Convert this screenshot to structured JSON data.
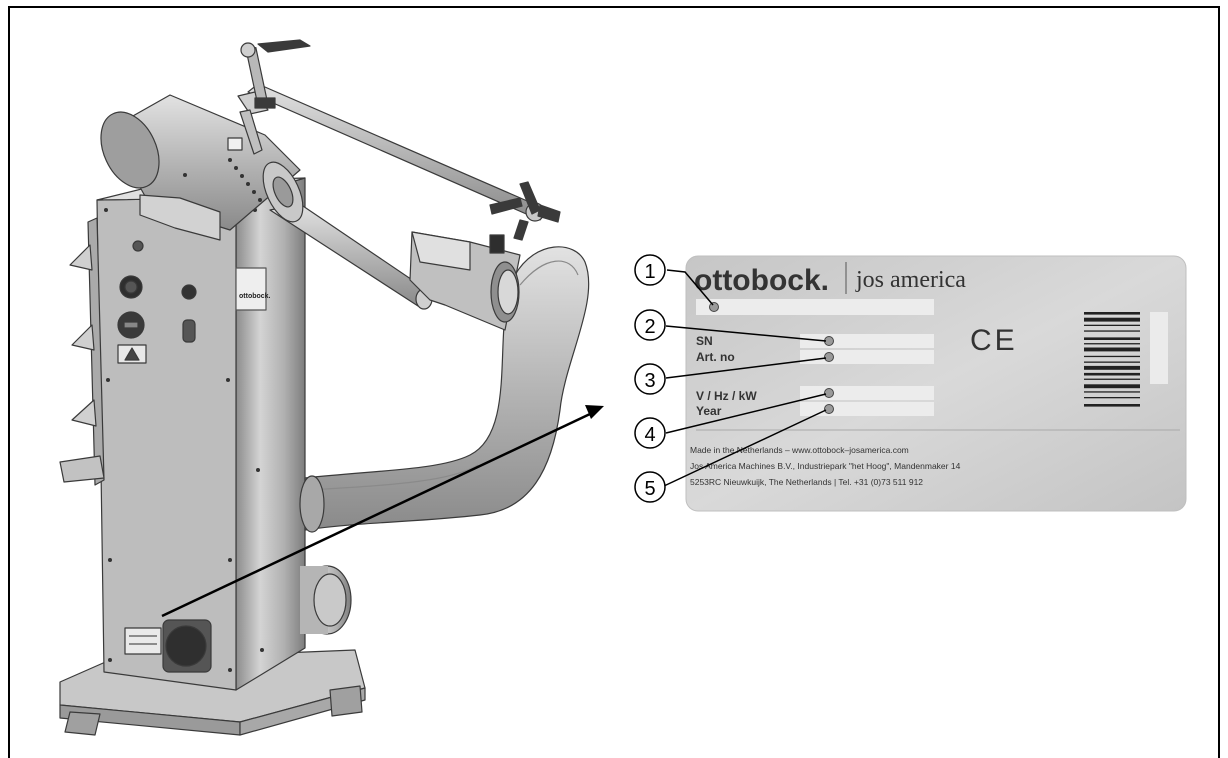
{
  "machine": {
    "front_badge": "ottobock."
  },
  "plate": {
    "brand_primary": "ottobock.",
    "brand_secondary": "jos america",
    "ce_mark": "CE",
    "fields": [
      {
        "label": ""
      },
      {
        "label": "SN"
      },
      {
        "label": "Art. no"
      },
      {
        "label": "V / Hz / kW"
      },
      {
        "label": "Year"
      }
    ],
    "footer": [
      "Made in the Netherlands – www.ottobock–josamerica.com",
      "Jos America Machines B.V., Industriepark \"het Hoog\", Mandenmaker 14",
      "5253RC Nieuwkuijk, The Netherlands | Tel. +31 (0)73 511 912"
    ]
  },
  "callouts": [
    "1",
    "2",
    "3",
    "4",
    "5"
  ],
  "colors": {
    "plate_bg": "#cfcfcf",
    "machine_metal": "#b8b8b8",
    "machine_dark": "#7a7a7a",
    "line": "#000000"
  }
}
